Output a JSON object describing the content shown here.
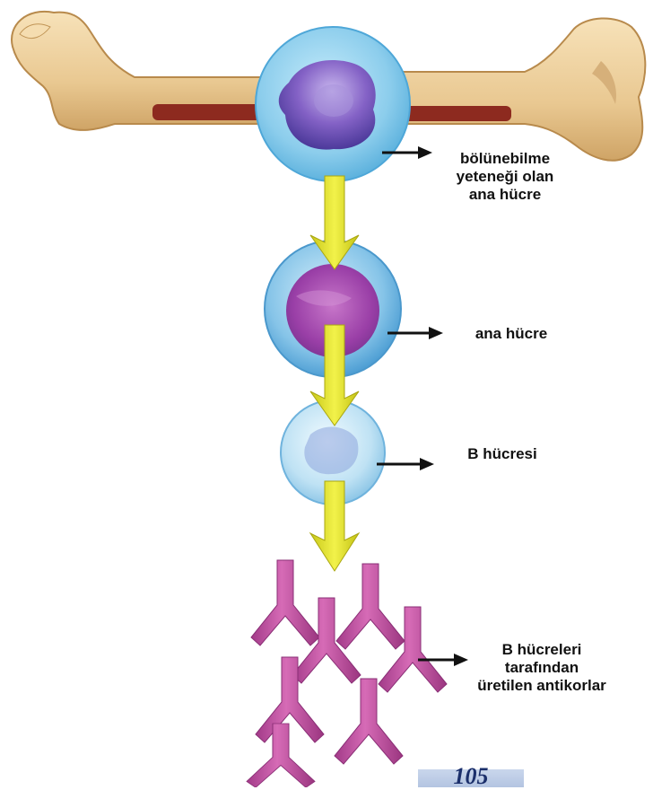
{
  "labels": {
    "stem_cell": [
      "bölünebilme",
      "yeteneği olan",
      "ana hücre"
    ],
    "progenitor": "ana hücre",
    "b_cell": "B hücresi",
    "antibodies": [
      "B hücreleri",
      "tarafından",
      "üretilen antikorlar"
    ]
  },
  "page_number": "105",
  "colors": {
    "bone": "#efd3a3",
    "marrow": "#8d2a1f",
    "cell_blue": "#8fcdeb",
    "nucleus": "#6a4fb3",
    "arrow_fill": "#e6e52a",
    "antibody": "#c24e9f",
    "pointer_arrow": "#111111"
  },
  "icons": [
    "bone-illustration",
    "stem-cell-icon",
    "progenitor-cell-icon",
    "b-cell-icon",
    "antibody-icon",
    "yellow-down-arrow-icon",
    "black-pointer-arrow-icon"
  ]
}
